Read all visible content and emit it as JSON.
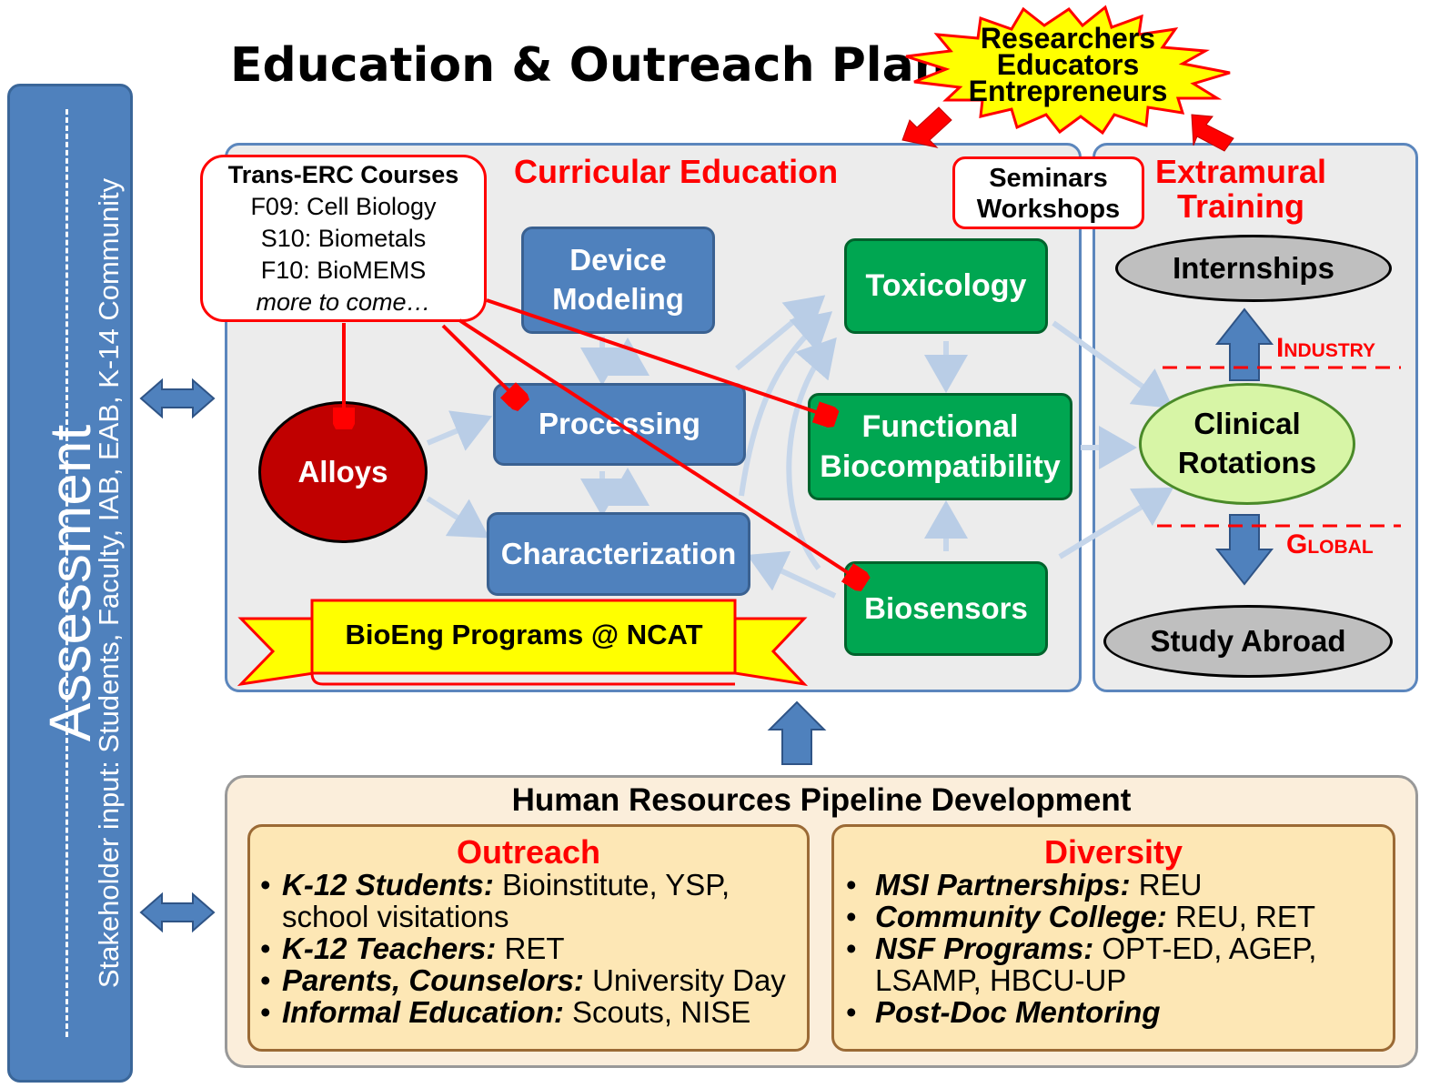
{
  "title": "Education & Outreach Plan",
  "assessment": {
    "title": "Assessment",
    "subtitle": "Stakeholder input: Students, Faculty,  IAB, EAB, K-14 Community"
  },
  "burst": {
    "lines": [
      "Researchers",
      "Educators",
      "Entrepreneurs"
    ],
    "fill_color": "#ffff00",
    "stroke_color": "#ff0000"
  },
  "curricular": {
    "title": "Curricular  Education",
    "courses": {
      "heading": "Trans-ERC Courses",
      "items": [
        "F09: Cell Biology",
        "S10: Biometals",
        "F10: BioMEMS"
      ],
      "more": "more to come…"
    },
    "seminars": [
      "Seminars",
      "Workshops"
    ],
    "nodes": {
      "device_modeling": "Device Modeling",
      "processing": "Processing",
      "characterization": "Characterization",
      "alloys": "Alloys",
      "toxicology": "Toxicology",
      "functional_biocompatibility": "Functional Biocompatibility",
      "biosensors": "Biosensors"
    },
    "banner": "BioEng Programs @ NCAT"
  },
  "extramural": {
    "title": "Extramural Training",
    "internships": "Internships",
    "clinical_rotations": "Clinical Rotations",
    "study_abroad": "Study Abroad",
    "industry_label": "Industry",
    "global_label": "Global"
  },
  "pipeline": {
    "title": "Human Resources Pipeline Development",
    "outreach": {
      "title": "Outreach",
      "items": [
        {
          "bold": "K-12 Students:",
          "text": " Bioinstitute, YSP, school visitations"
        },
        {
          "bold": "K-12 Teachers:",
          "text": " RET"
        },
        {
          "bold": "Parents, Counselors:",
          "text": " University Day"
        },
        {
          "bold": "Informal Education:",
          "text": " Scouts, NISE"
        }
      ]
    },
    "diversity": {
      "title": "Diversity",
      "items": [
        {
          "bold": "MSI Partnerships:",
          "text": " REU"
        },
        {
          "bold": "Community College:",
          "text": " REU, RET"
        },
        {
          "bold": "NSF Programs:",
          "text": " OPT-ED, AGEP, LSAMP, HBCU-UP"
        },
        {
          "bold": "Post-Doc Mentoring",
          "text": ""
        }
      ]
    }
  },
  "colors": {
    "accent_red": "#ff0000",
    "node_blue": "#4f81bd",
    "node_green": "#00a651",
    "alloy_red": "#c00000",
    "panel_gray": "#ececec",
    "hr_panel": "#fbeedb",
    "hr_inner": "#fde7b5"
  }
}
